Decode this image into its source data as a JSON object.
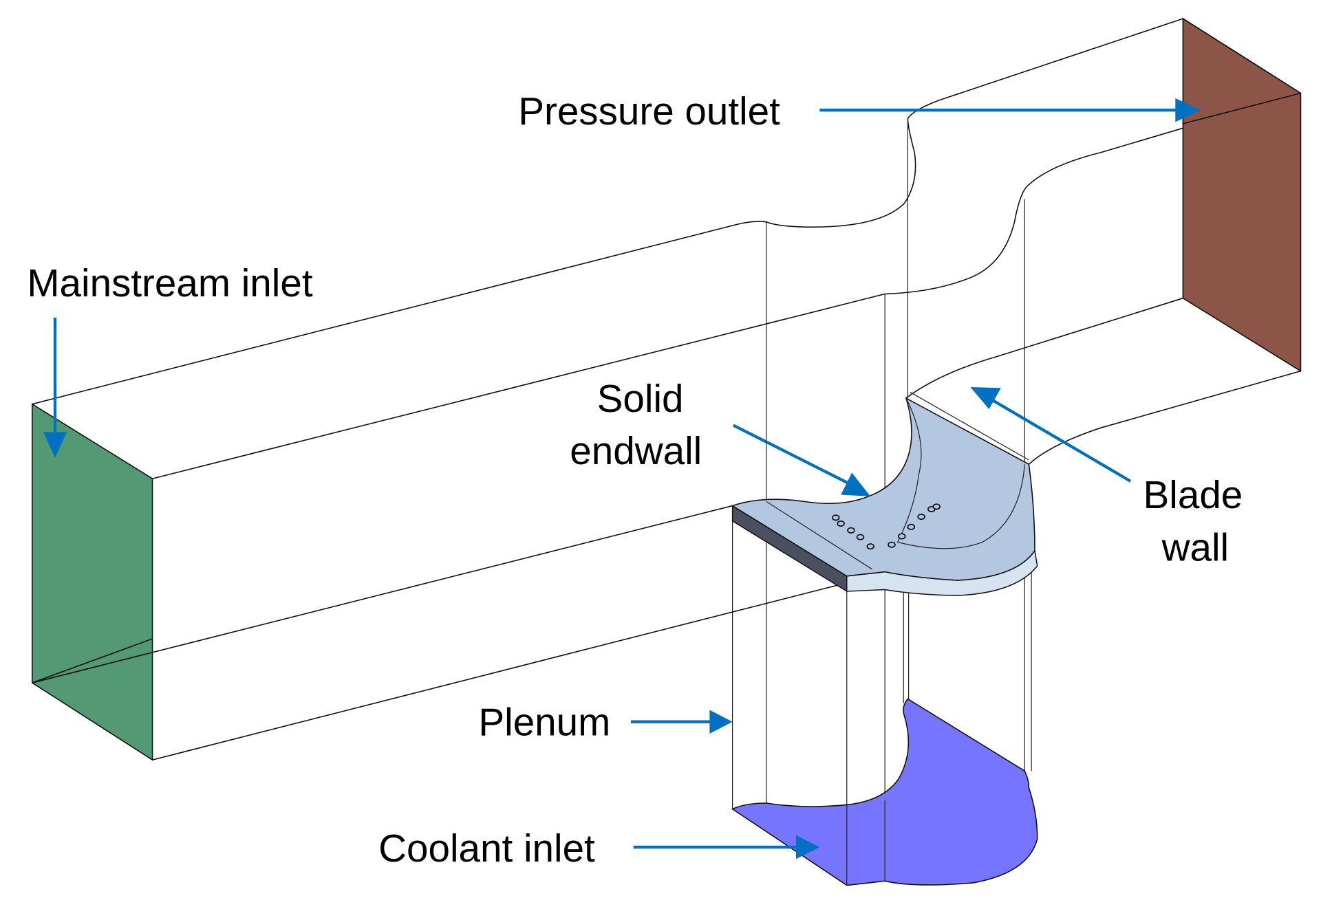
{
  "figure": {
    "description": "Computational domain for endwall film cooling simulation",
    "colors": {
      "mainstream_inlet_face": "#539a74",
      "pressure_outlet_face": "#8c5548",
      "endwall_top": "#b4c7e0",
      "endwall_side_dark": "#4a5060",
      "coolant_inlet_face": "#7575ff",
      "arrow": "#0070c0",
      "edge": "#111111"
    },
    "labels": {
      "pressure_outlet": "Pressure outlet",
      "mainstream_inlet": "Mainstream inlet",
      "solid_endwall_line1": "Solid",
      "solid_endwall_line2": "endwall",
      "blade_wall_line1": "Blade",
      "blade_wall_line2": "wall",
      "plenum": "Plenum",
      "coolant_inlet": "Coolant inlet"
    },
    "film_cooling_holes": {
      "row_1_count": 5,
      "row_2_count": 6
    }
  }
}
